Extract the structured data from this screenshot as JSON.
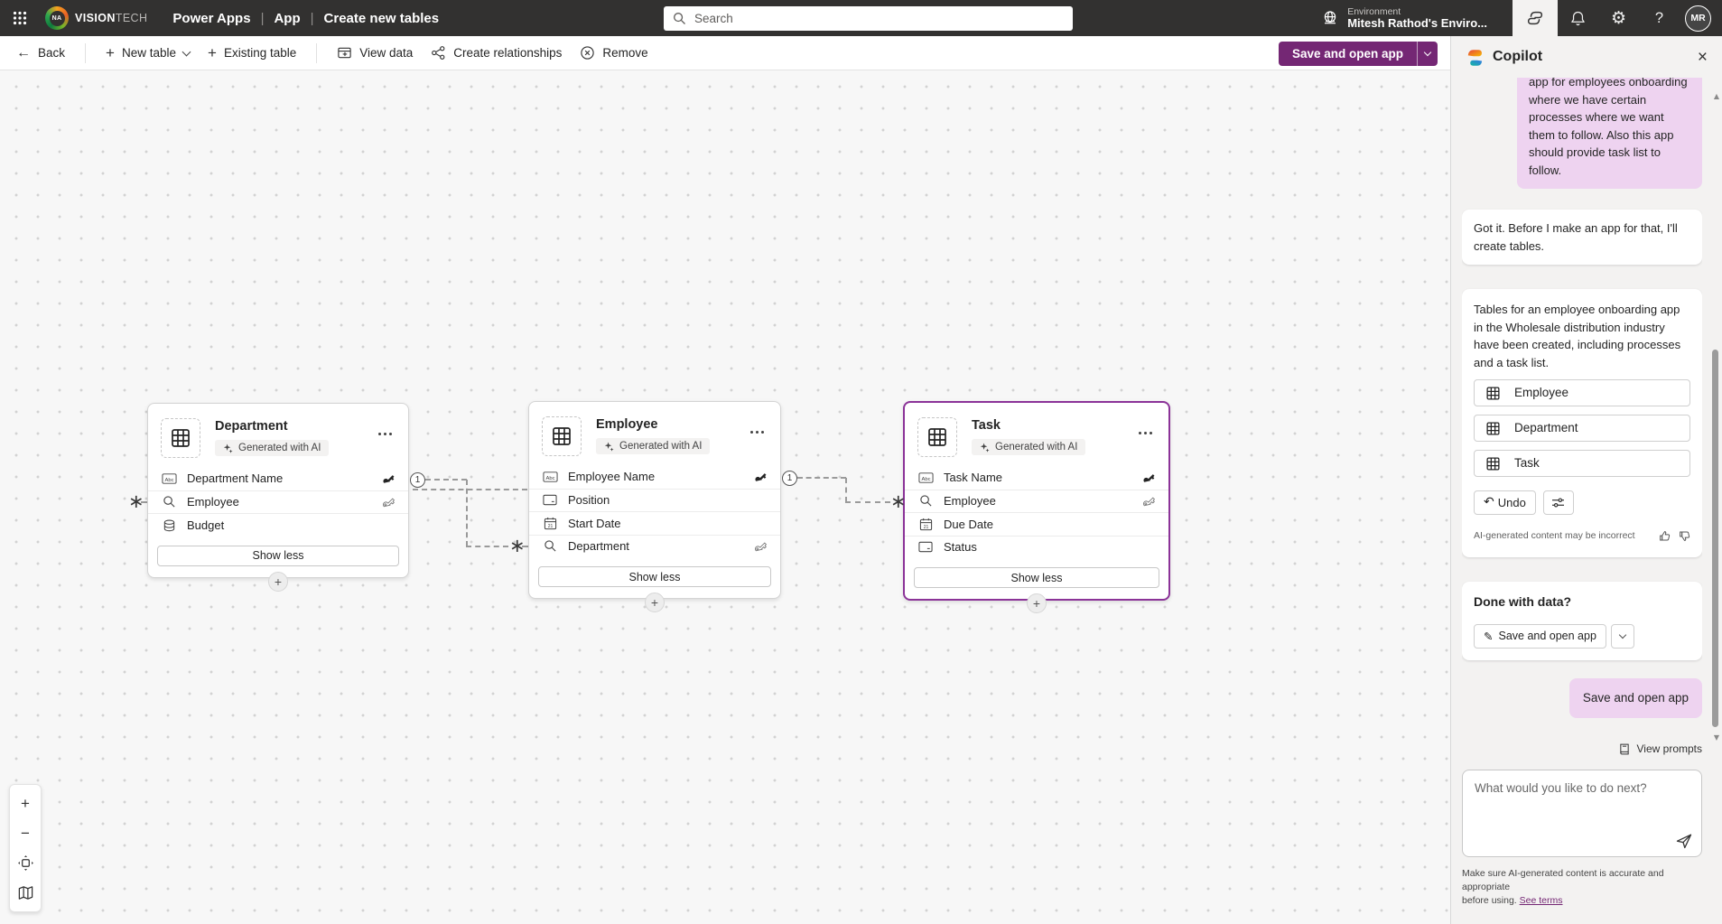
{
  "appbar": {
    "logo": {
      "na": "NA",
      "vision": "VISION",
      "tech": "TECH"
    },
    "breadcrumb": {
      "product": "Power Apps",
      "sep1": "|",
      "app": "App",
      "sep2": "|",
      "page": "Create new tables"
    },
    "search": {
      "placeholder": "Search"
    },
    "environment": {
      "label": "Environment",
      "name": "Mitesh Rathod's Enviro..."
    },
    "help": "?",
    "avatar": "MR"
  },
  "commandbar": {
    "back": "Back",
    "new_table": "New table",
    "existing_table": "Existing table",
    "view_data": "View data",
    "create_relationships": "Create relationships",
    "remove": "Remove",
    "save_and_open": "Save and open app"
  },
  "canvas": {
    "relationship": {
      "one": "1",
      "many": "∗"
    },
    "tables": [
      {
        "name": "Department",
        "badge": "Generated with AI",
        "show_less": "Show less",
        "fields": [
          {
            "label": "Department Name"
          },
          {
            "label": "Employee"
          },
          {
            "label": "Budget"
          }
        ]
      },
      {
        "name": "Employee",
        "badge": "Generated with AI",
        "show_less": "Show less",
        "fields": [
          {
            "label": "Employee Name"
          },
          {
            "label": "Position"
          },
          {
            "label": "Start Date"
          },
          {
            "label": "Department"
          }
        ]
      },
      {
        "name": "Task",
        "badge": "Generated with AI",
        "show_less": "Show less",
        "fields": [
          {
            "label": "Task Name"
          },
          {
            "label": "Employee"
          },
          {
            "label": "Due Date"
          },
          {
            "label": "Status"
          }
        ]
      }
    ]
  },
  "copilot": {
    "title": "Copilot",
    "user_message": {
      "lines": [
        "app for employees onboarding",
        "where we have certain",
        "processes where we want",
        "them to follow. Also this app",
        "should provide task list to",
        "follow."
      ]
    },
    "bot_message": {
      "lines": [
        "Got it. Before I make an app for that, I'll",
        "create tables."
      ]
    },
    "tables_card": {
      "lines": [
        "Tables for an employee onboarding app",
        "in the Wholesale distribution industry",
        "have been created, including processes",
        "and a task list."
      ],
      "chips": [
        "Employee",
        "Department",
        "Task"
      ],
      "undo": "Undo",
      "ai_note": "AI-generated content may be incorrect"
    },
    "done_card": {
      "title": "Done with data?",
      "button": "Save and open app"
    },
    "user_reply": "Save and open app",
    "view_prompts": "View prompts",
    "input_placeholder": "What would you like to do next?",
    "disclaimer_line1": "Make sure AI-generated content is accurate and appropriate",
    "disclaimer_line2": "before using.",
    "see_terms": "See terms"
  }
}
